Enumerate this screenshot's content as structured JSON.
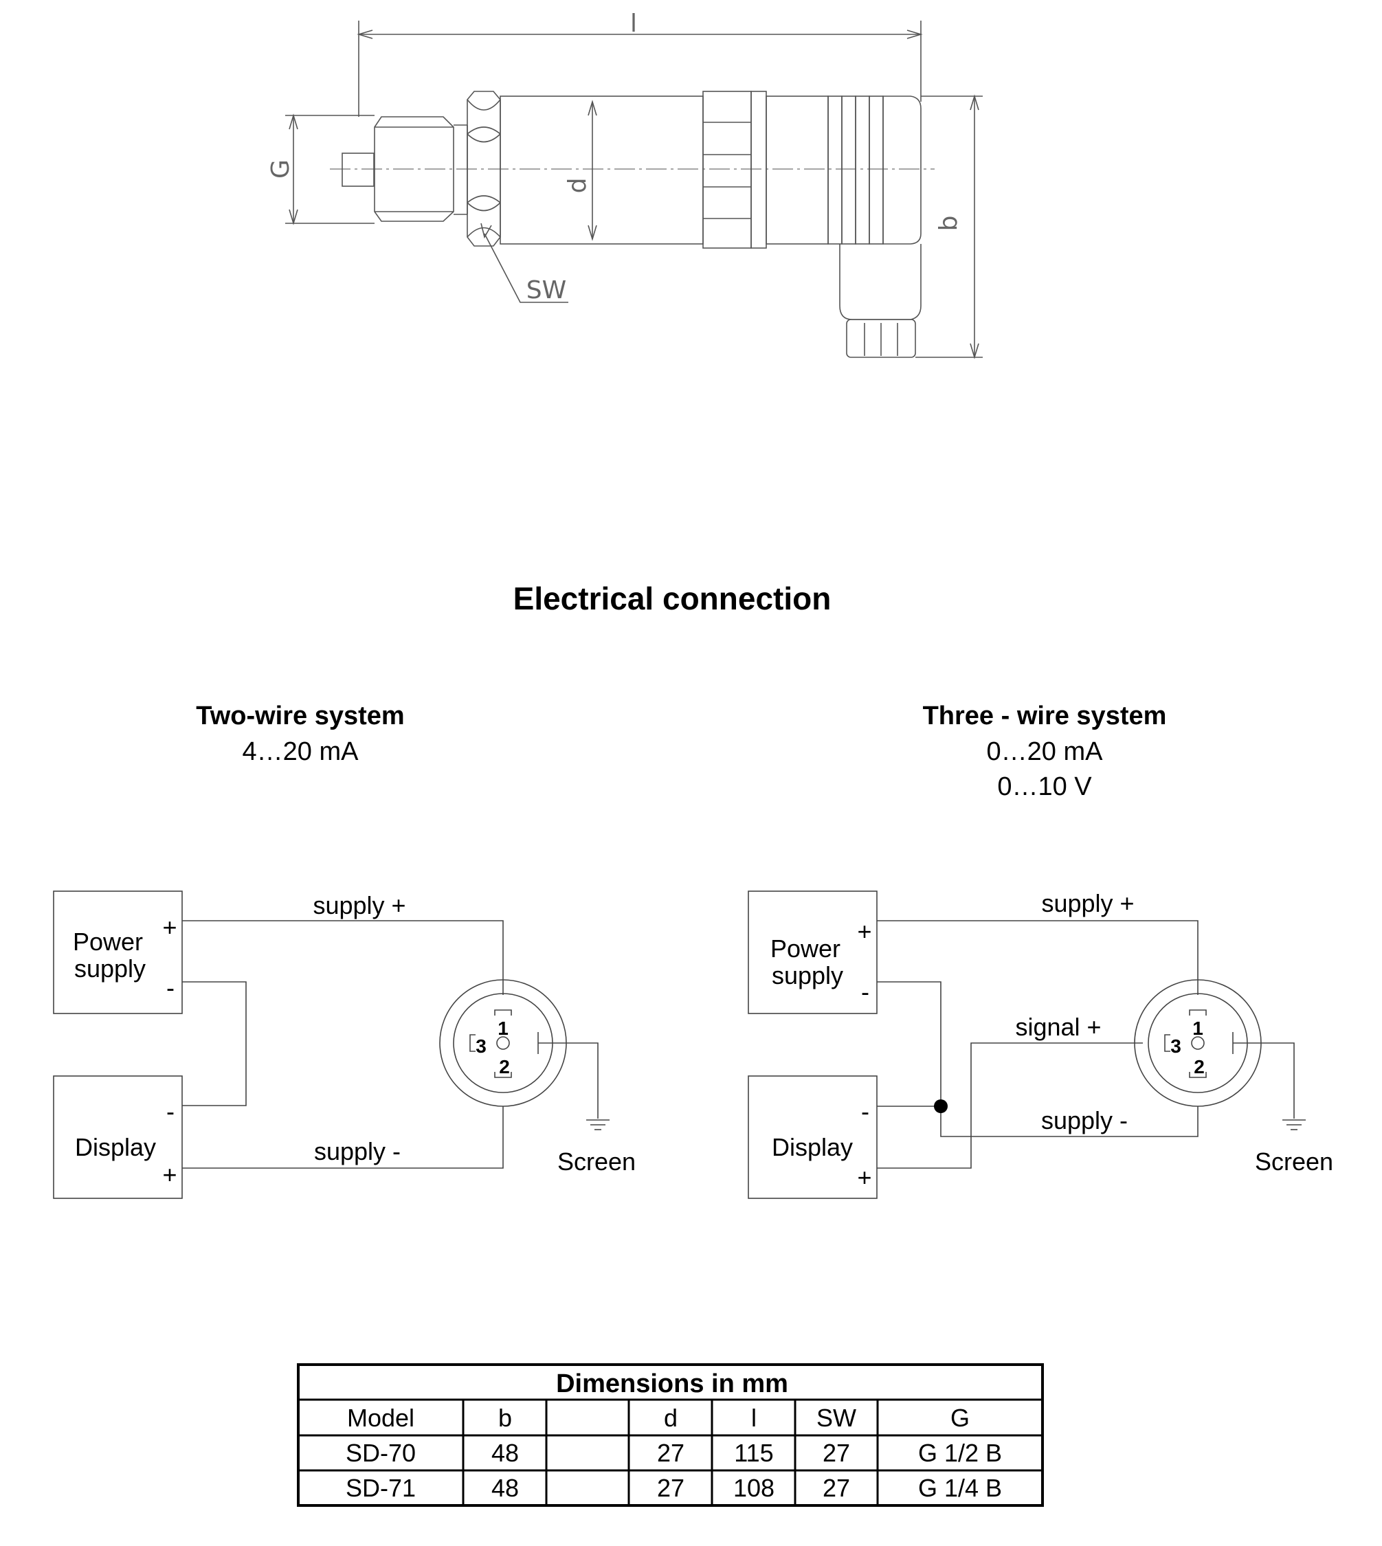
{
  "drawing": {
    "dim_l": "l",
    "dim_G": "G",
    "dim_d": "d",
    "dim_b": "b",
    "dim_SW": "SW"
  },
  "title": "Electrical connection",
  "two_wire": {
    "heading": "Two-wire system",
    "range1": "4…20 mA",
    "power_supply": "Power supply",
    "power_line1": "Power",
    "power_line2": "supply",
    "display": "Display",
    "plus": "+",
    "minus": "-",
    "supply_plus": "supply +",
    "supply_minus": "supply -",
    "screen": "Screen",
    "pin1": "1",
    "pin2": "2",
    "pin3": "3"
  },
  "three_wire": {
    "heading": "Three - wire system",
    "range1": "0…20 mA",
    "range2": "0…10 V",
    "power_line1": "Power",
    "power_line2": "supply",
    "display": "Display",
    "plus": "+",
    "minus": "-",
    "supply_plus": "supply +",
    "signal_plus": "signal +",
    "supply_minus": "supply -",
    "screen": "Screen",
    "pin1": "1",
    "pin2": "2",
    "pin3": "3"
  },
  "table": {
    "caption": "Dimensions in mm",
    "headers": [
      "Model",
      "b",
      "",
      "d",
      "l",
      "SW",
      "G"
    ],
    "rows": [
      [
        "SD-70",
        "48",
        "",
        "27",
        "115",
        "27",
        "G 1/2 B"
      ],
      [
        "SD-71",
        "48",
        "",
        "27",
        "108",
        "27",
        "G 1/4 B"
      ]
    ]
  }
}
